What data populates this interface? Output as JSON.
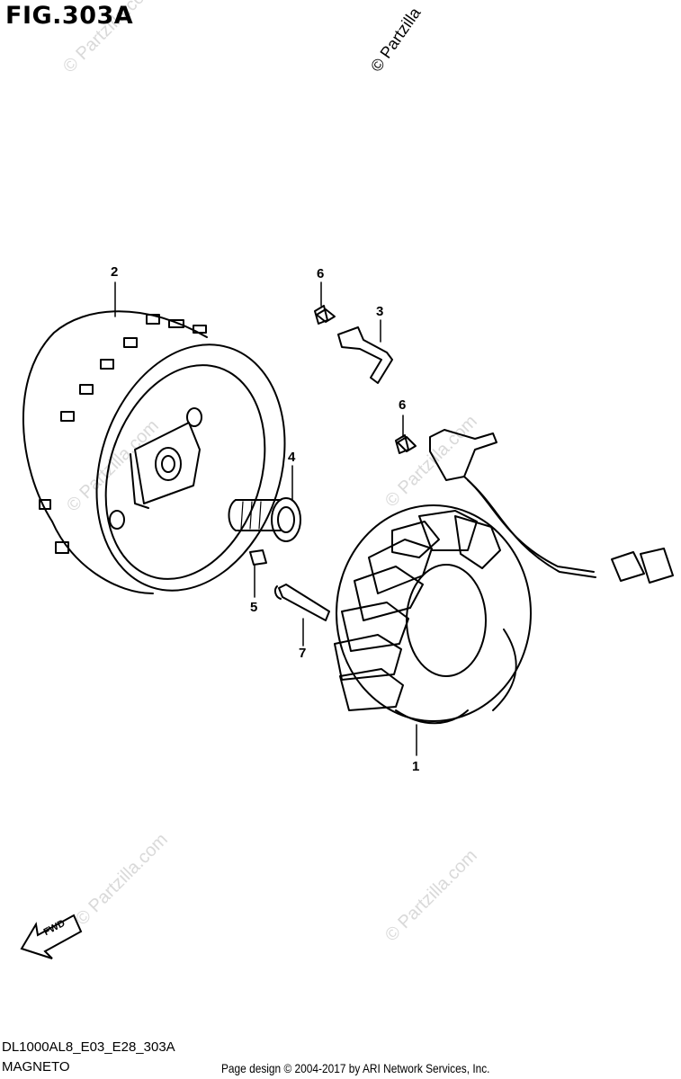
{
  "figure": {
    "title": "FIG.303A"
  },
  "copyright_top": "© Partzilla",
  "watermark_text": "© Partzilla.com",
  "callouts": {
    "p1": "1",
    "p2": "2",
    "p3": "3",
    "p4": "4",
    "p5": "5",
    "p6a": "6",
    "p6b": "6",
    "p7": "7"
  },
  "fwd_label": "FWD",
  "footer": {
    "model_code": "DL1000AL8_E03_E28_303A",
    "section_name": "MAGNETO",
    "credit": "Page design © 2004-2017 by ARI Network Services, Inc."
  }
}
